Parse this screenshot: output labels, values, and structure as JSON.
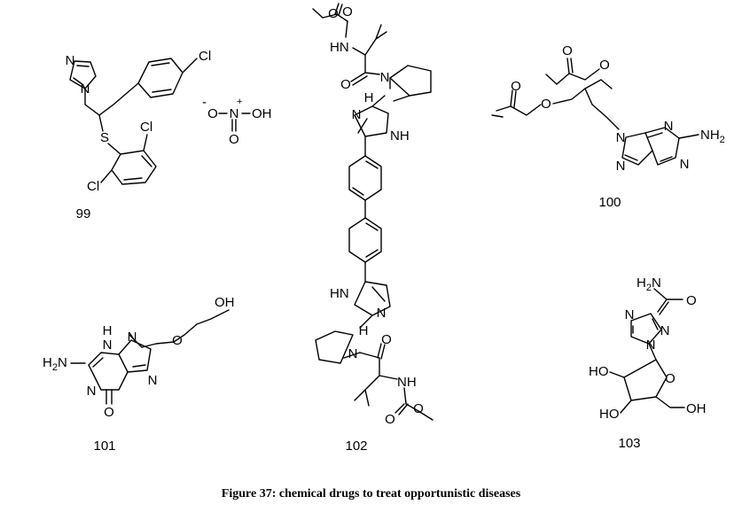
{
  "figure": {
    "caption": "Figure 37: chemical drugs to treat opportunistic diseases"
  },
  "compounds": [
    {
      "number": "99",
      "atoms": {
        "n_top": "N",
        "n_ring": "N",
        "cl_para": "Cl",
        "s": "S",
        "cl_ortho1": "Cl",
        "cl_ortho2": "Cl",
        "nitrate_o_minus": "O",
        "nitrate_minus": "-",
        "nitrate_n": "N",
        "nitrate_plus": "+",
        "nitrate_oh": "OH",
        "nitrate_o_bottom": "O"
      }
    },
    {
      "number": "100",
      "atoms": {
        "o1": "O",
        "o2": "O",
        "o3": "O",
        "o4": "O",
        "n9": "N",
        "n3": "N",
        "n1": "N",
        "n7": "N",
        "nh2": "NH",
        "nh2_sub": "2"
      }
    },
    {
      "number": "101",
      "atoms": {
        "oh": "OH",
        "o_ether": "O",
        "h2n": "H",
        "h2n_sub": "2",
        "h2n_n": "N",
        "nh_h": "H",
        "nh_n": "N",
        "n3": "N",
        "n9": "N",
        "n7": "N",
        "o_carbonyl": "O"
      }
    },
    {
      "number": "102",
      "atoms": {
        "o_top1": "O",
        "o_top2": "O",
        "hn_top": "HN",
        "n_pro_top": "N",
        "o_amide_top": "O",
        "h_top": "H",
        "n_imid1": "N",
        "nh_imid1": "NH",
        "hn_imid2": "HN",
        "n_imid2": "N",
        "h_bottom": "H",
        "n_pro_bottom": "N",
        "o_amide_bottom": "O",
        "nh_bottom": "NH",
        "o_carb_bottom": "O",
        "o_me_bottom": "O"
      }
    },
    {
      "number": "103",
      "atoms": {
        "h2n": "H",
        "h2n_sub": "2",
        "h2n_n": "N",
        "o_amide": "O",
        "n_tri1": "N",
        "n_tri2": "N",
        "n_tri3": "N",
        "ho1": "HO",
        "o_ring": "O",
        "ho2": "HO",
        "oh": "OH"
      }
    }
  ]
}
